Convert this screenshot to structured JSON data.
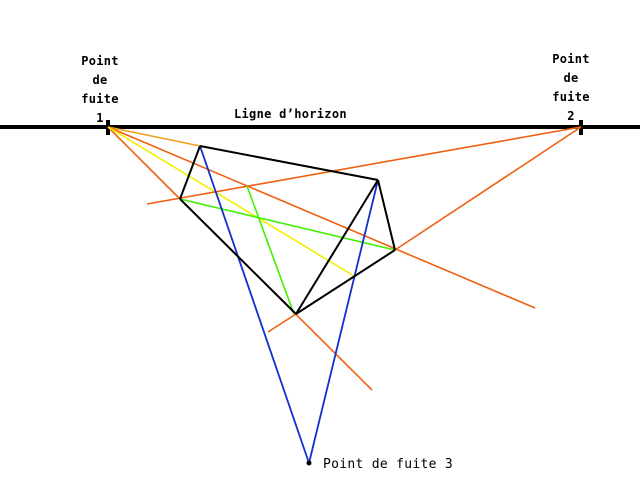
{
  "labels": {
    "vp1": [
      "Point",
      "de",
      "fuite",
      "1"
    ],
    "vp2": [
      "Point",
      "de",
      "fuite",
      "2"
    ],
    "vp3": "Point de fuite 3",
    "horizon": "Ligne d’horizon"
  },
  "colors": {
    "horizon": "#000000",
    "box_edges": "#000000",
    "vp1_lines": "#f06010",
    "vp1_alt_line": "#f0a020",
    "vp2_lines": "#f06010",
    "vp3_lines": "#1030d0",
    "diagonal_green": "#40f000",
    "diagonal_yellow": "#f0f000"
  }
}
